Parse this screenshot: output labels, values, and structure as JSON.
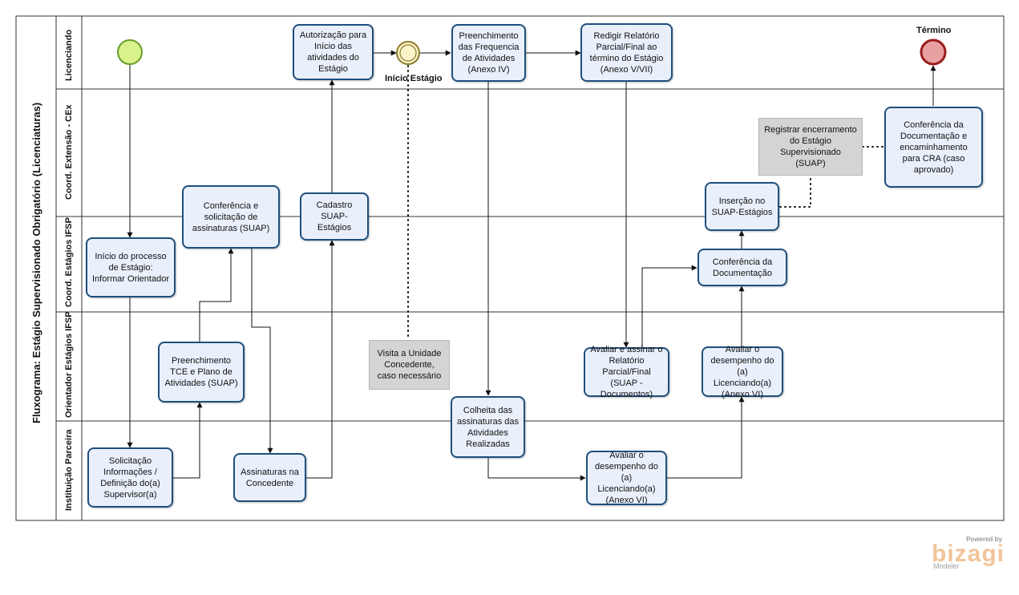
{
  "pool": {
    "title": "Fluxograma: Estágio Supervisionado Obrigatório (Licenciaturas)"
  },
  "lanes": [
    "Licenciando",
    "Coord. Extensão - CEx",
    "Coord. Estágios IFSP",
    "Orientador Estágios IFSP",
    "Instituição Parceira"
  ],
  "events": {
    "start": "",
    "intermediate": "Início Estágio",
    "end": "Término"
  },
  "tasks": {
    "autorizacao": "Autorização para Início das atividades do Estágio",
    "preenchimento_frequencia": "Preenchimento das Frequencia de Atividades (Anexo IV)",
    "redigir_relatorio": "Redigir Relatório Parcial/Final ao término do Estágio (Anexo V/VII)",
    "conferencia_cra": "Conferência da Documentação e encaminhamento para CRA (caso aprovado)",
    "conferencia_assinaturas": "Conferência e solicitação de assinaturas (SUAP)",
    "cadastro_suap": "Cadastro SUAP-Estágios",
    "insercao_suap": "Inserção no SUAP-Estágios",
    "inicio_processo": "Início do processo de Estágio: Informar Orientador",
    "conferencia_documentacao": "Conferência da Documentação",
    "preenchimento_tce": "Preenchimento TCE e Plano de Atividades (SUAP)",
    "avaliar_relatorio": "Avaliar e assinar o Relatório Parcial/Final (SUAP - Documentos)",
    "avaliar_desempenho_orientador": "Avaliar o desempenho do (a) Licenciando(a) (Anexo VI)",
    "solicitacao_informacoes": "Solicitação Informações / Definição do(a) Supervisor(a)",
    "assinaturas_concedente": "Assinaturas na Concedente",
    "colheita_assinaturas": "Colheita das assinaturas das Atividades Realizadas",
    "avaliar_desempenho_parceira": "Avaliar o desempenho do (a) Licenciando(a) (Anexo VI)"
  },
  "notes": {
    "registrar_encerramento": "Registrar encerramento do Estágio Supervisionado (SUAP)",
    "visita_unidade": "Visita a Unidade Concedente, caso necessário"
  },
  "branding": {
    "powered_by": "Powered by",
    "name": "bizagi",
    "sub": "Modeler"
  },
  "colors": {
    "task_fill": "#e9f0fb",
    "task_border": "#1f4f7d",
    "start_fill": "#d9f28a",
    "start_border": "#6a9c2a",
    "end_fill": "#e8a0a0",
    "end_border": "#9b1c1c",
    "note_fill": "#d4d4d4"
  }
}
